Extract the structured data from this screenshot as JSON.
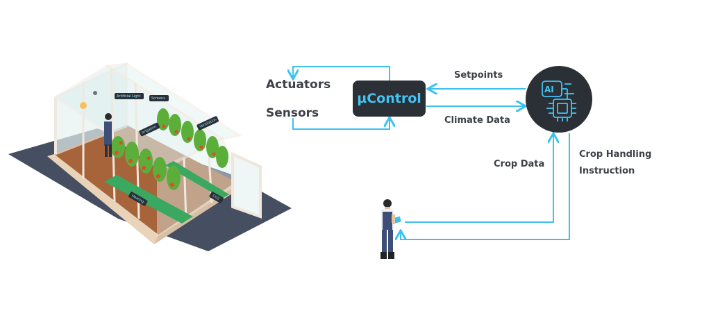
{
  "diagram": {
    "nodes": {
      "controller": "µControl",
      "ai_chip": "AI"
    },
    "labels": {
      "actuators": "Actuators",
      "sensors": "Sensors",
      "setpoints": "Setpoints",
      "climate_data": "Climate Data",
      "crop_data": "Crop Data",
      "crop_handling_line1": "Crop Handling",
      "crop_handling_line2": "Instruction"
    },
    "greenhouse_tags": {
      "artificial_light": "Artificial Light",
      "screens": "Screens",
      "irrigation": "Irrigation",
      "ventilation": "Ventilation",
      "heating": "Heating",
      "co2": "CO2"
    },
    "colors": {
      "arrow": "#3cc1f0",
      "dark_node": "#2b2f36",
      "accent": "#44c4f2",
      "text": "#3d4148"
    }
  }
}
